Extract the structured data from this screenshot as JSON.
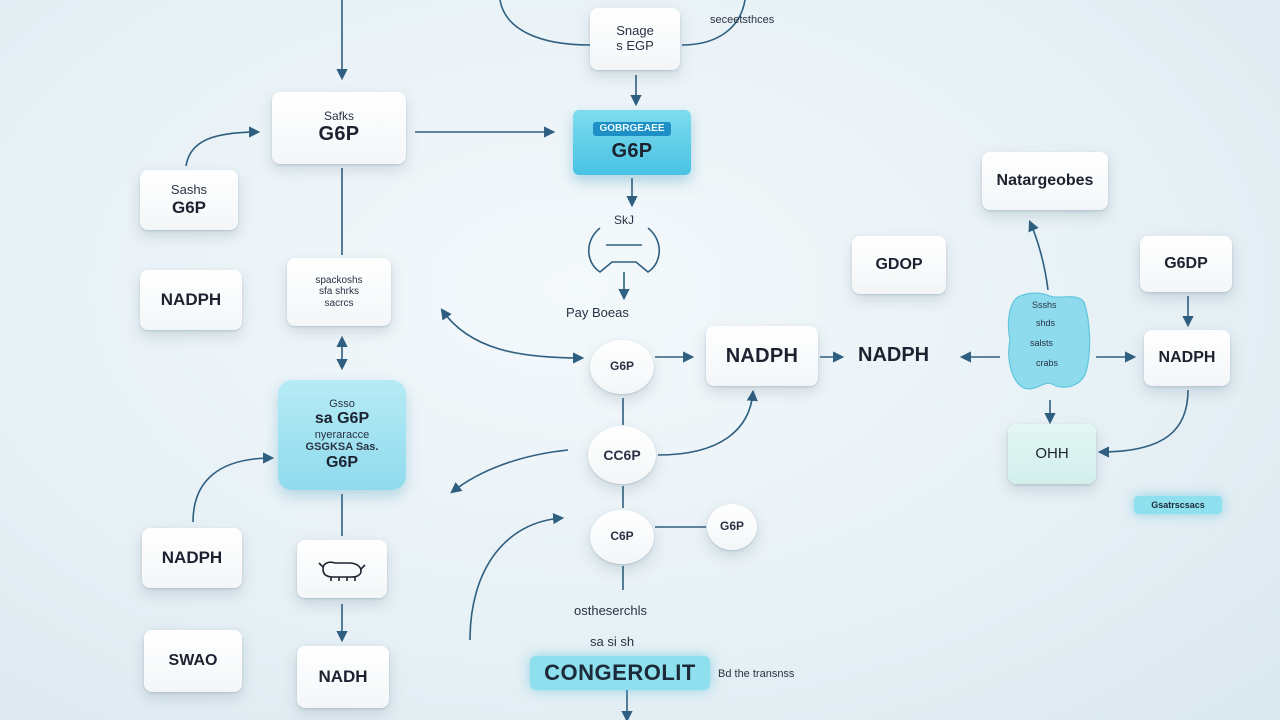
{
  "nodes": {
    "n_top_small": {
      "line1": "Snage",
      "line2": "s EGP"
    },
    "n_g6p_left": {
      "line1": "Safks",
      "line2": "G6P"
    },
    "n_g6p_cyan_top": {
      "header": "GOBRGEAEE",
      "label": "G6P"
    },
    "n_g6p_far_left": {
      "line1": "Sashs",
      "line2": "G6P"
    },
    "n_nadph_left": {
      "label": "NADPH"
    },
    "n_text_block": {
      "line1": "spackoshs",
      "line2": "sfa shrks",
      "line3": "sacrcs"
    },
    "n_cyan_mid_left": {
      "line1": "Gsso",
      "line2": "sa G6P",
      "line3": "nyeraracce",
      "line4": "GSGKSA Sas.",
      "line5": "G6P"
    },
    "n_nadph_bottom_left": {
      "label": "NADPH"
    },
    "n_icon_box": {
      "label": ""
    },
    "n_swao": {
      "label": "SWAO"
    },
    "n_nadh": {
      "label": "NADH"
    },
    "n_circle_1": {
      "label": "G6P"
    },
    "n_circle_2": {
      "label": "CC6P"
    },
    "n_circle_3": {
      "label": "C6P"
    },
    "n_circle_4": {
      "label": "G6P"
    },
    "n_nadph_center": {
      "label": "NADPH"
    },
    "n_nadph_plain": {
      "label": "NADPH"
    },
    "n_natural": {
      "label": "Natargeobes"
    },
    "n_gdop": {
      "label": "GDOP"
    },
    "n_g6dp": {
      "label": "G6DP"
    },
    "n_nadph_right": {
      "label": "NADPH"
    },
    "n_oh": {
      "label": "OHH"
    }
  },
  "labels": {
    "top_right_label": "seceetsthces",
    "under_enzyme": "Pay Boeas",
    "enzyme_top": "SkJ",
    "cyan_figure_text": [
      "Ssshs",
      "shds",
      "salsts",
      "crabs"
    ],
    "bottom_text_1": "ostheserchls",
    "bottom_text_2": "sa si sh",
    "banner": "CONGEROLIT",
    "banner_side": "Bd the transnss",
    "right_badge": "Gsatrscsacs"
  },
  "colors": {
    "accent_cyan": "#48c2e3",
    "line": "#2f5f80",
    "text": "#1d2230"
  }
}
